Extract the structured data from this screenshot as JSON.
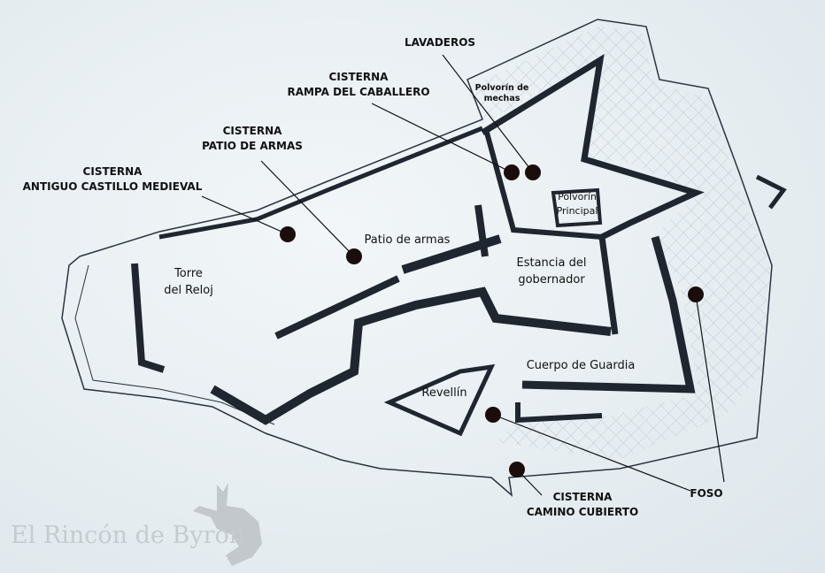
{
  "callouts": {
    "lavaderos": "LAVADEROS",
    "cisterna_rampa": [
      "CISTERNA",
      "RAMPA DEL CABALLERO"
    ],
    "cisterna_patio": [
      "CISTERNA",
      "PATIO DE ARMAS"
    ],
    "cisterna_castillo": [
      "CISTERNA",
      "ANTIGUO CASTILLO MEDIEVAL"
    ],
    "cisterna_camino": [
      "CISTERNA",
      "CAMINO CUBIERTO"
    ],
    "foso": "FOSO"
  },
  "areas": {
    "polvorin_mechas": [
      "Polvorín de",
      "mechas"
    ],
    "polvorin_principal": [
      "Polvorín",
      "Principal"
    ],
    "patio_armas": "Patio de armas",
    "torre_reloj": [
      "Torre",
      "del Reloj"
    ],
    "estancia": [
      "Estancia del",
      "gobernador"
    ],
    "cuerpo_guardia": "Cuerpo de Guardia",
    "revellin": "Revellín"
  },
  "watermark": "El Rincón de Byron",
  "colors": {
    "wall": "#1f2630",
    "marker": "#1a0d0b",
    "background": "#e9eff3"
  }
}
